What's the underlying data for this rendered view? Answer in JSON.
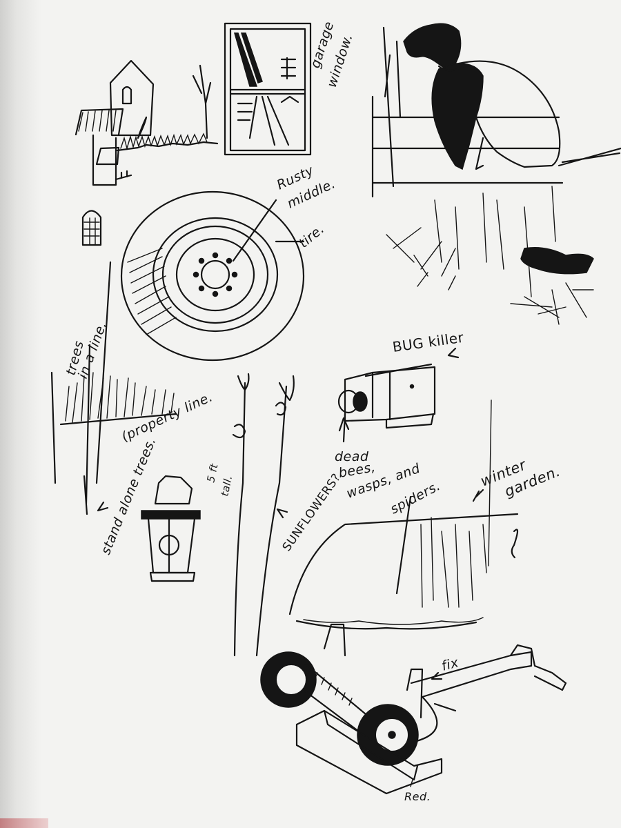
{
  "labels": {
    "garage_window": [
      "garage",
      "window."
    ],
    "rusty_middle": [
      "Rusty",
      "middle."
    ],
    "tire": "tire.",
    "bug_killer": "BUG killer",
    "dead": "dead",
    "bees_wasps_spiders": [
      "bees,",
      "wasps, and",
      "spiders."
    ],
    "sunflowers": "SUNFLOWERS?",
    "five_ft_tall": [
      "5 ft",
      "tall."
    ],
    "trees_in_a_line": [
      "trees",
      "in a line."
    ],
    "property_line": "(property line.",
    "stand_alone_trees": "stand alone trees.",
    "winter_garden": [
      "winter",
      "garden."
    ],
    "fix": "fix",
    "red": "Red."
  }
}
